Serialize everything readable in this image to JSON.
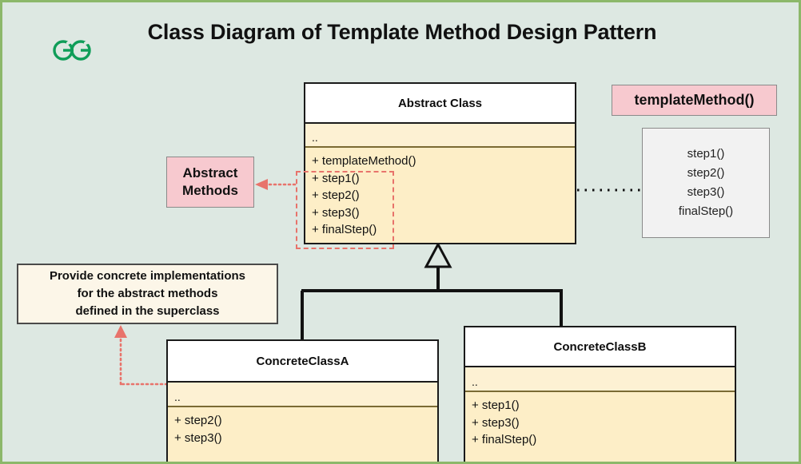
{
  "header": {
    "title": "Class Diagram of Template Method Design Pattern",
    "logo_name": "geeksforgeeks-logo"
  },
  "theme": {
    "background": "#dde8e2",
    "border": "#8cb86a",
    "class_header_bg": "#ffffff",
    "class_body_bg": "#fdeec7",
    "pink_badge_bg": "#f7c9cf",
    "note_bg": "#fcf6e8",
    "panel_bg": "#f2f2f2",
    "highlight_dash": "#e8736b",
    "connector": "#111111",
    "logo_green": "#0f9d58"
  },
  "abstract_class": {
    "name": "Abstract Class",
    "attributes": "..",
    "operations": [
      "+ templateMethod()",
      "+ step1()",
      "+ step2()",
      "+ step3()",
      "+ finalStep()"
    ]
  },
  "concrete_class_a": {
    "name": "ConcreteClassA",
    "attributes": "..",
    "operations": [
      "+ step2()",
      "+ step3()"
    ]
  },
  "concrete_class_b": {
    "name": "ConcreteClassB",
    "attributes": "..",
    "operations": [
      "+ step1()",
      "+ step3()",
      "+ finalStep()"
    ]
  },
  "annotations": {
    "abstract_methods_badge": {
      "line1": "Abstract",
      "line2": "Methods"
    },
    "template_method_badge": "templateMethod()",
    "steps_panel": [
      "step1()",
      "step2()",
      "step3()",
      "finalStep()"
    ],
    "note": {
      "line1": "Provide concrete implementations",
      "line2": "for the abstract methods",
      "line3": "defined in the superclass"
    }
  },
  "relationships": {
    "generalization_label": "generalization-arrow",
    "dotted_link_label": "template-method-steps-link",
    "note_link_label": "note-to-concrete-class-link",
    "abstract_methods_link_label": "abstract-methods-link"
  }
}
